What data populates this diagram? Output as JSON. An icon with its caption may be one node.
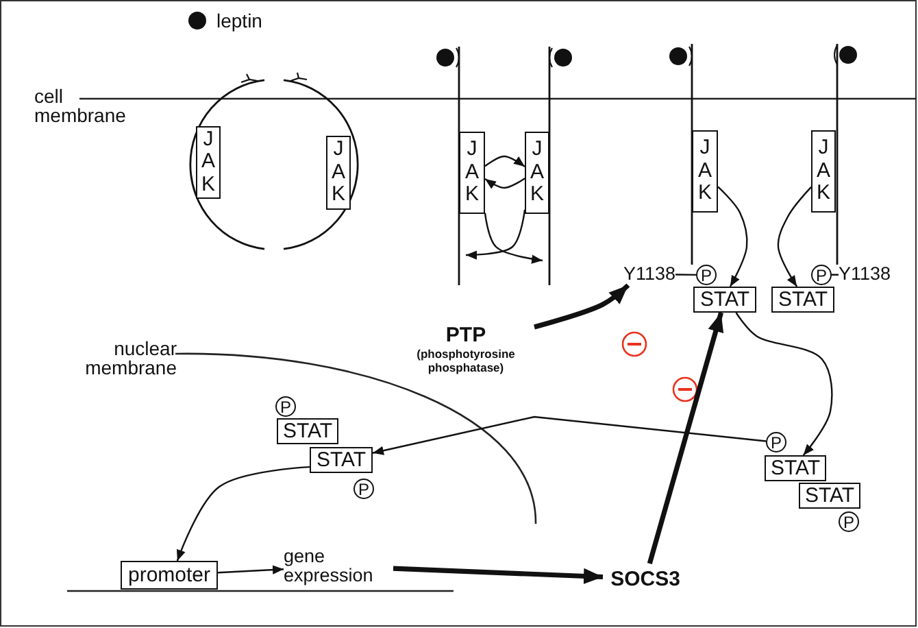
{
  "diagram": {
    "nodes": [
      {
        "text": [
          "JAK"
        ]
      },
      {
        "text": [
          "JAK"
        ]
      },
      {
        "text": [
          "JAK"
        ]
      },
      {
        "text": [
          "JAK"
        ]
      },
      {
        "text": [
          "JAK"
        ]
      },
      {
        "text": [
          "JAK"
        ]
      },
      {
        "text": [
          "Y1138"
        ]
      },
      {
        "text": [
          "P"
        ]
      },
      {
        "text": [
          "P"
        ]
      },
      {
        "text": [
          "Y1138"
        ]
      },
      {
        "text": [
          "STAT"
        ]
      },
      {
        "text": [
          "STAT"
        ]
      },
      {
        "text": [
          "PTP",
          "(phosphotyrosine phosphatase)"
        ]
      },
      {
        "text": [
          "P"
        ]
      },
      {
        "text": [
          "STAT"
        ]
      },
      {
        "text": [
          "STAT"
        ]
      },
      {
        "text": [
          "P"
        ]
      },
      {
        "text": [
          "P"
        ]
      },
      {
        "text": [
          "STAT"
        ]
      },
      {
        "text": [
          "STAT"
        ]
      },
      {
        "text": [
          "P"
        ]
      },
      {
        "text": [
          "promoter"
        ]
      },
      {
        "text": [
          "gene expression"
        ]
      },
      {
        "text": [
          "SOCS3"
        ]
      }
    ],
    "edges": [
      {
        "from": 2,
        "to": 3,
        "arrow": "to"
      },
      {
        "from": 3,
        "to": 2,
        "arrow": "to"
      },
      {
        "from": 2,
        "to": null,
        "arrow": "to"
      },
      {
        "from": 3,
        "to": null,
        "arrow": "to"
      },
      {
        "from": 4,
        "to": 10,
        "arrow": "to"
      },
      {
        "from": 5,
        "to": 11,
        "arrow": "to"
      },
      {
        "from": 6,
        "to": 7,
        "arrow": "none"
      },
      {
        "from": 9,
        "to": 8,
        "arrow": "none"
      },
      {
        "from": 10,
        "to": 18,
        "arrow": "to"
      },
      {
        "from": 17,
        "to": 15,
        "arrow": "to"
      },
      {
        "from": 15,
        "to": 21,
        "arrow": "to"
      },
      {
        "from": 21,
        "to": 22,
        "arrow": "to"
      },
      {
        "from": 22,
        "to": 23,
        "arrow": "to",
        "style": "thick"
      },
      {
        "from": 23,
        "to": 10,
        "arrow": "to",
        "style": "thick"
      },
      {
        "from": 12,
        "to": 6,
        "arrow": "to",
        "style": "thick"
      }
    ],
    "labels": [
      "cell membrane",
      "nuclear membrane"
    ],
    "legend": [
      {
        "text": "leptin"
      }
    ]
  }
}
